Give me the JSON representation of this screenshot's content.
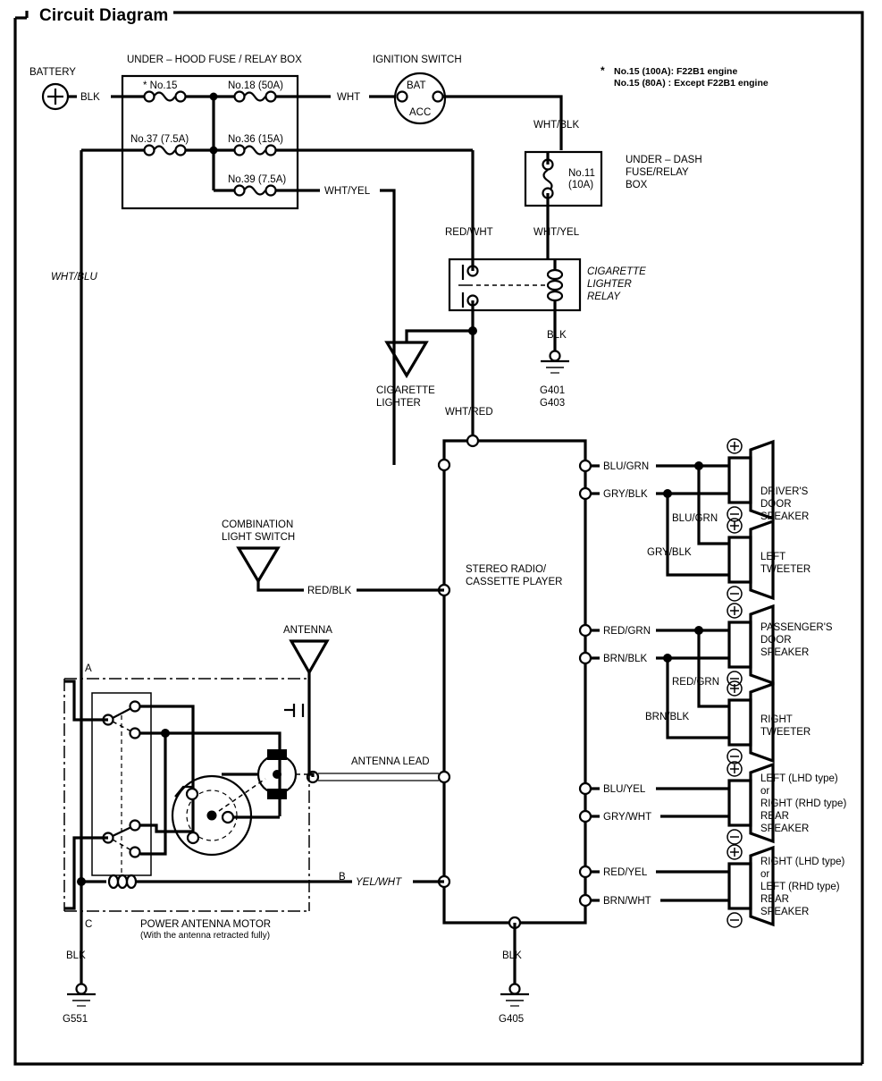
{
  "page": {
    "title": "Circuit Diagram",
    "border_color": "#000000"
  },
  "notes": {
    "line1": "No.15 (100A): F22B1 engine",
    "line2": "No.15 (80A)  : Except F22B1 engine",
    "asterisk": "*"
  },
  "battery": {
    "label": "BATTERY",
    "plus": "+",
    "wire": "BLK"
  },
  "fuse_box": {
    "title": "UNDER – HOOD FUSE / RELAY BOX",
    "fuses": [
      {
        "id": "fuse-no15",
        "label": "* No.15"
      },
      {
        "id": "fuse-no18",
        "label": "No.18 (50A)"
      },
      {
        "id": "fuse-no37",
        "label": "No.37 (7.5A)"
      },
      {
        "id": "fuse-no36",
        "label": "No.36 (15A)"
      },
      {
        "id": "fuse-no39",
        "label": "No.39 (7.5A)"
      }
    ],
    "out_wht": "WHT",
    "out_wht_yel": "WHT/YEL"
  },
  "ignition_switch": {
    "title": "IGNITION SWITCH",
    "terminal_bat": "BAT",
    "terminal_acc": "ACC"
  },
  "under_dash_box": {
    "fuse_label_line1": "No.11",
    "fuse_label_line2": "(10A)",
    "title_line1": "UNDER – DASH",
    "title_line2": "FUSE/RELAY",
    "title_line3": "BOX",
    "wire_in": "WHT/BLK",
    "wire_out": "WHT/YEL"
  },
  "cigarette_lighter_relay": {
    "title_line1": "CIGARETTE",
    "title_line2": "LIGHTER",
    "title_line3": "RELAY",
    "wire_left": "RED/WHT",
    "wire_right": "WHT/YEL",
    "wire_ground": "BLK"
  },
  "cigarette_lighter": {
    "title_line1": "CIGARETTE",
    "title_line2": "LIGHTER"
  },
  "grounds": [
    {
      "id": "ground-g401-g403",
      "line1": "G401",
      "line2": "G403"
    },
    {
      "id": "ground-g551",
      "line1": "G551",
      "line2": ""
    },
    {
      "id": "ground-g405",
      "line1": "G405",
      "line2": ""
    }
  ],
  "radio": {
    "title_line1": "STEREO RADIO/",
    "title_line2": "CASSETTE PLAYER",
    "wire_top": "WHT/RED",
    "wire_ground": "BLK"
  },
  "combination_light_switch": {
    "title_line1": "COMBINATION",
    "title_line2": "LIGHT SWITCH",
    "wire": "RED/BLK"
  },
  "antenna": {
    "label": "ANTENNA",
    "lead_label": "ANTENNA LEAD"
  },
  "power_antenna_motor": {
    "title_line1": "POWER ANTENNA MOTOR",
    "title_line2": "(With the antenna retracted fully)",
    "terminal_a": "A",
    "terminal_b": "B",
    "terminal_c": "C",
    "wire_b": "YEL/WHT",
    "wire_c": "BLK",
    "wire_a": "WHT/BLU"
  },
  "left_feed": {
    "wire": "WHT/BLU"
  },
  "speakers": [
    {
      "id": "drivers-door-speaker",
      "name_lines": [
        "DRIVER'S",
        "DOOR",
        "SPEAKER"
      ],
      "plus": "+",
      "minus": "–",
      "wire_pos": "BLU/GRN",
      "wire_neg": "GRY/BLK"
    },
    {
      "id": "left-tweeter",
      "name_lines": [
        "LEFT",
        "TWEETER"
      ],
      "plus": "+",
      "minus": "–",
      "wire_pos": "BLU/GRN",
      "wire_neg": "GRY/BLK"
    },
    {
      "id": "passengers-door-speaker",
      "name_lines": [
        "PASSENGER'S",
        "DOOR",
        "SPEAKER"
      ],
      "plus": "+",
      "minus": "–",
      "wire_pos": "RED/GRN",
      "wire_neg": "BRN/BLK"
    },
    {
      "id": "right-tweeter",
      "name_lines": [
        "RIGHT",
        "TWEETER"
      ],
      "plus": "+",
      "minus": "–",
      "wire_pos": "RED/GRN",
      "wire_neg": "BRN/BLK"
    },
    {
      "id": "left-lhd-rear-speaker",
      "name_lines": [
        "LEFT (LHD type)",
        "or",
        "RIGHT (RHD type)",
        "REAR",
        "SPEAKER"
      ],
      "plus": "+",
      "minus": "–",
      "wire_pos": "BLU/YEL",
      "wire_neg": "GRY/WHT"
    },
    {
      "id": "right-lhd-rear-speaker",
      "name_lines": [
        "RIGHT (LHD type)",
        "or",
        "LEFT (RHD type)",
        "REAR",
        "SPEAKER"
      ],
      "plus": "+",
      "minus": "–",
      "wire_pos": "RED/YEL",
      "wire_neg": "BRN/WHT"
    }
  ]
}
